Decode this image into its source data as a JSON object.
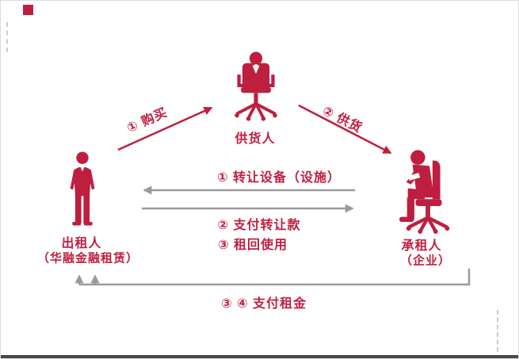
{
  "palette": {
    "accent": "#bf1f3f",
    "arrow_gray": "#9a9a9a",
    "bottom_bar": "#474747",
    "dashed": "#c9ccd1"
  },
  "figures": {
    "supplier": {
      "label": "供货人"
    },
    "lessor": {
      "label": "出租人",
      "sublabel": "（华融金融租赁）"
    },
    "lessee": {
      "label": "承租人",
      "sublabel": "（企业）"
    }
  },
  "flows": {
    "purchase": "① 购买",
    "supply": "② 供货",
    "transfer_equipment": "① 转让设备（设施）",
    "pay_transfer": "② 支付转让款",
    "lease_back": "③ 租回使用",
    "pay_rent": "③ ④ 支付租金"
  }
}
